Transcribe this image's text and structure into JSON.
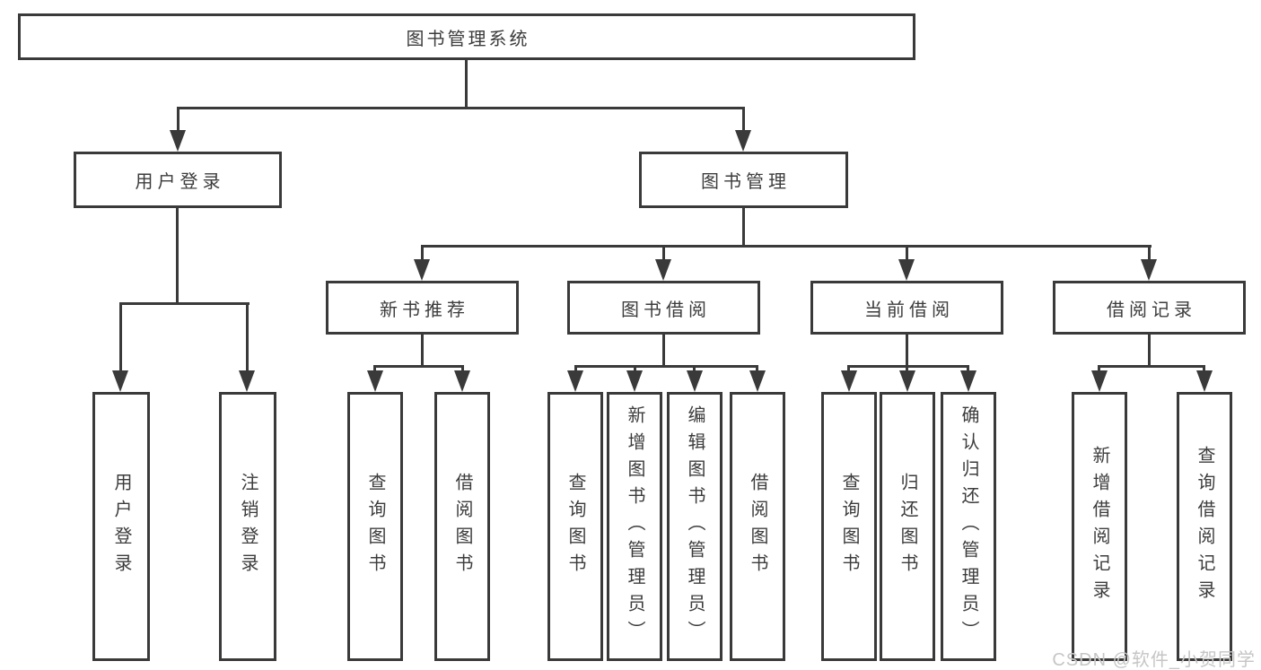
{
  "tree": {
    "root": {
      "label": "图书管理系统",
      "children": [
        {
          "label": "用户登录",
          "children": [
            {
              "label": "用户登录"
            },
            {
              "label": "注销登录"
            }
          ]
        },
        {
          "label": "图书管理",
          "children": [
            {
              "label": "新书推荐",
              "children": [
                {
                  "label": "查询图书"
                },
                {
                  "label": "借阅图书"
                }
              ]
            },
            {
              "label": "图书借阅",
              "children": [
                {
                  "label": "查询图书"
                },
                {
                  "label": "新增图书（管理员）"
                },
                {
                  "label": "编辑图书（管理员）"
                },
                {
                  "label": "借阅图书"
                }
              ]
            },
            {
              "label": "当前借阅",
              "children": [
                {
                  "label": "查询图书"
                },
                {
                  "label": "归还图书"
                },
                {
                  "label": "确认归还（管理员）"
                }
              ]
            },
            {
              "label": "借阅记录",
              "children": [
                {
                  "label": "新增借阅记录"
                },
                {
                  "label": "查询借阅记录"
                }
              ]
            }
          ]
        }
      ]
    }
  },
  "watermark": "CSDN @软件_小贺同学",
  "colors": {
    "line": "#3a3a3a",
    "text": "#3c3c3c",
    "background": "#ffffff",
    "watermark": "#c6c6c6"
  }
}
